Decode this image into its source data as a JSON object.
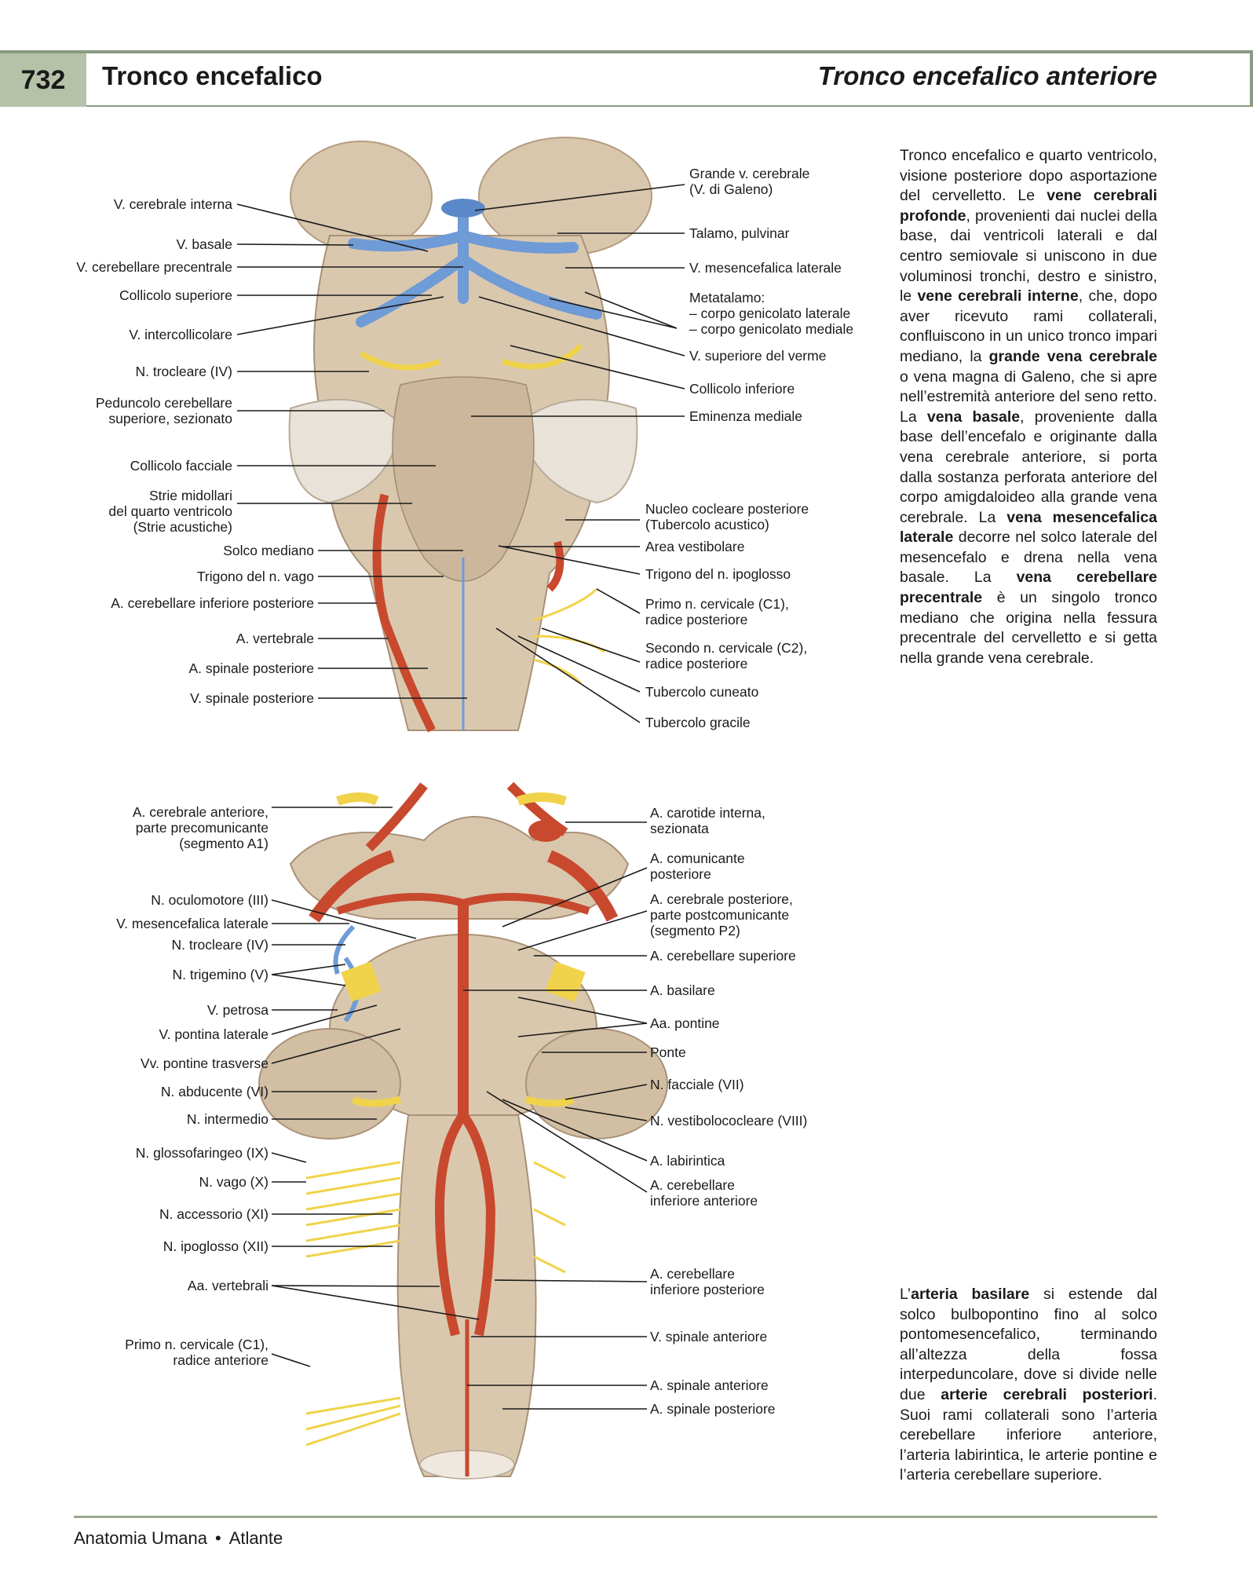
{
  "header": {
    "page_number": "732",
    "chapter_title": "Tronco encefalico",
    "section_title": "Tronco encefalico anteriore"
  },
  "figure1": {
    "labels_left": [
      "V. cerebrale interna",
      "V. basale",
      "V. cerebellare precentrale",
      "Collicolo superiore",
      "V. intercollicolare",
      "N. trocleare (IV)",
      "Peduncolo cerebellare\nsuperiore, sezionato",
      "Collicolo facciale",
      "Strie midollari\ndel quarto ventricolo\n(Strie acustiche)",
      "Solco mediano",
      "Trigono del n. vago",
      "A. cerebellare inferiore posteriore",
      "A. vertebrale",
      "A. spinale posteriore",
      "V. spinale posteriore"
    ],
    "labels_right": [
      "Grande v. cerebrale\n(V. di Galeno)",
      "Talamo, pulvinar",
      "V. mesencefalica laterale",
      "Metatalamo:\n– corpo genicolato laterale\n– corpo genicolato mediale",
      "V. superiore del verme",
      "Collicolo inferiore",
      "Eminenza mediale",
      "Nucleo cocleare posteriore\n(Tubercolo acustico)",
      "Area vestibolare",
      "Trigono del n. ipoglosso",
      "Primo n. cervicale (C1),\nradice posteriore",
      "Secondo n. cervicale (C2),\nradice posteriore",
      "Tubercolo cuneato",
      "Tubercolo gracile"
    ]
  },
  "figure2": {
    "labels_left": [
      "A. cerebrale anteriore,\nparte precomunicante\n(segmento A1)",
      "N. oculomotore (III)",
      "V. mesencefalica laterale",
      "N. trocleare (IV)",
      "N. trigemino (V)",
      "V. petrosa",
      "V. pontina laterale",
      "Vv. pontine trasverse",
      "N. abducente (VI)",
      "N. intermedio",
      "N. glossofaringeo (IX)",
      "N. vago (X)",
      "N. accessorio (XI)",
      "N. ipoglosso (XII)",
      "Aa. vertebrali",
      "Primo n. cervicale (C1),\nradice anteriore"
    ],
    "labels_right": [
      "A. carotide interna,\nsezionata",
      "A. comunicante\nposteriore",
      "A. cerebrale posteriore,\nparte postcomunicante\n(segmento P2)",
      "A. cerebellare superiore",
      "A. basilare",
      "Aa. pontine",
      "Ponte",
      "N. facciale (VII)",
      "N. vestibolococleare (VIII)",
      "A. labirintica",
      "A. cerebellare\ninferiore anteriore",
      "A. cerebellare\ninferiore posteriore",
      "V. spinale anteriore",
      "A. spinale anteriore",
      "A. spinale posteriore"
    ]
  },
  "text1": {
    "t1": "Tronco encefalico e quarto ventricolo, visione posteriore dopo asportazione del cervelletto. Le ",
    "b1": "vene cerebrali profonde",
    "t2": ", provenienti dai nuclei della base, dai ventricoli laterali e dal centro semiovale si uniscono in due voluminosi tronchi, destro e sinistro, le ",
    "b2": "vene cerebrali interne",
    "t3": ", che, dopo aver ricevuto rami collaterali, confluiscono in un unico tronco impari mediano, la ",
    "b3": "grande vena cerebrale",
    "t4": " o vena magna di Galeno, che si apre nell’estremità anteriore del seno retto. La ",
    "b4": "vena basale",
    "t5": ", proveniente dalla base dell’encefalo e originante dalla vena cerebrale anteriore, si porta dalla sostanza perforata anteriore del corpo amigdaloideo alla grande vena cerebrale. La ",
    "b5": "vena mesencefalica laterale",
    "t6": " decorre nel solco laterale del mesencefalo e drena nella vena basale. La ",
    "b6": "vena cerebellare precentrale",
    "t7": " è un singolo tronco mediano che origina nella fessura precentrale del cervelletto e si getta nella grande vena cerebrale."
  },
  "text2": {
    "t1": "L’",
    "b1": "arteria basilare",
    "t2": " si estende dal solco bulbopontino fino al solco pontomesencefalico, terminando all’altezza della fossa interpeduncolare, dove si divide nelle due ",
    "b2": "arterie cerebrali posteriori",
    "t3": ". Suoi rami collaterali sono l’arteria cerebellare inferiore anteriore, l’arteria labirintica, le arterie pontine e l’arteria cerebellare superiore."
  },
  "footer": {
    "book": "Anatomia Umana",
    "separator": "•",
    "volume": "Atlante"
  },
  "colors": {
    "accent_tab": "#b5c2a8",
    "rule": "#8a9a82",
    "artery": "#c8492e",
    "vein": "#6f9bd6",
    "nerve": "#f0d34a",
    "tissue": "#d8c6ad"
  }
}
